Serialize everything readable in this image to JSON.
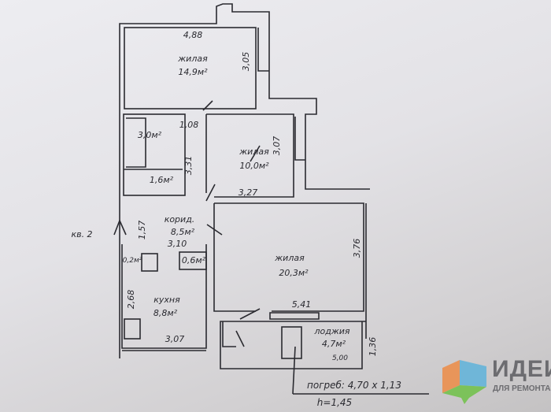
{
  "rooms": {
    "living1": {
      "label": "жилая",
      "area": "14,9м²",
      "width": "4,88",
      "depth": "3,05"
    },
    "bath": {
      "area": "3,0м²",
      "dim": "1,08"
    },
    "wc": {
      "area": "1,6м²"
    },
    "hall_dim": "3,31",
    "living2": {
      "label": "жилая",
      "area": "10,0м²",
      "width": "3,27",
      "depth": "3,07"
    },
    "corridor": {
      "label": "корид.",
      "area": "8,5м²",
      "width": "3,10",
      "depth": "1,57"
    },
    "closet1": {
      "area": "0,2м²"
    },
    "closet2": {
      "area": "0,6м²"
    },
    "living3": {
      "label": "жилая",
      "area": "20,3м²",
      "width": "5,41",
      "depth": "3,76"
    },
    "kitchen": {
      "label": "кухня",
      "area": "8,8м²",
      "width": "3,07",
      "depth": "2,68"
    },
    "loggia": {
      "label": "лоджия",
      "area": "4,7м²",
      "width": "5,00",
      "depth": "1,36"
    }
  },
  "apartment": "кв. 2",
  "cellar": {
    "text": "погреб: 4,70 x 1,13",
    "height": "h=1,45"
  },
  "logo": {
    "title": "ИДЕИ",
    "subtitle": "ДЛЯ РЕМОНТА",
    "colors": [
      "#e8955a",
      "#6fb6d8",
      "#7cc25a"
    ]
  }
}
